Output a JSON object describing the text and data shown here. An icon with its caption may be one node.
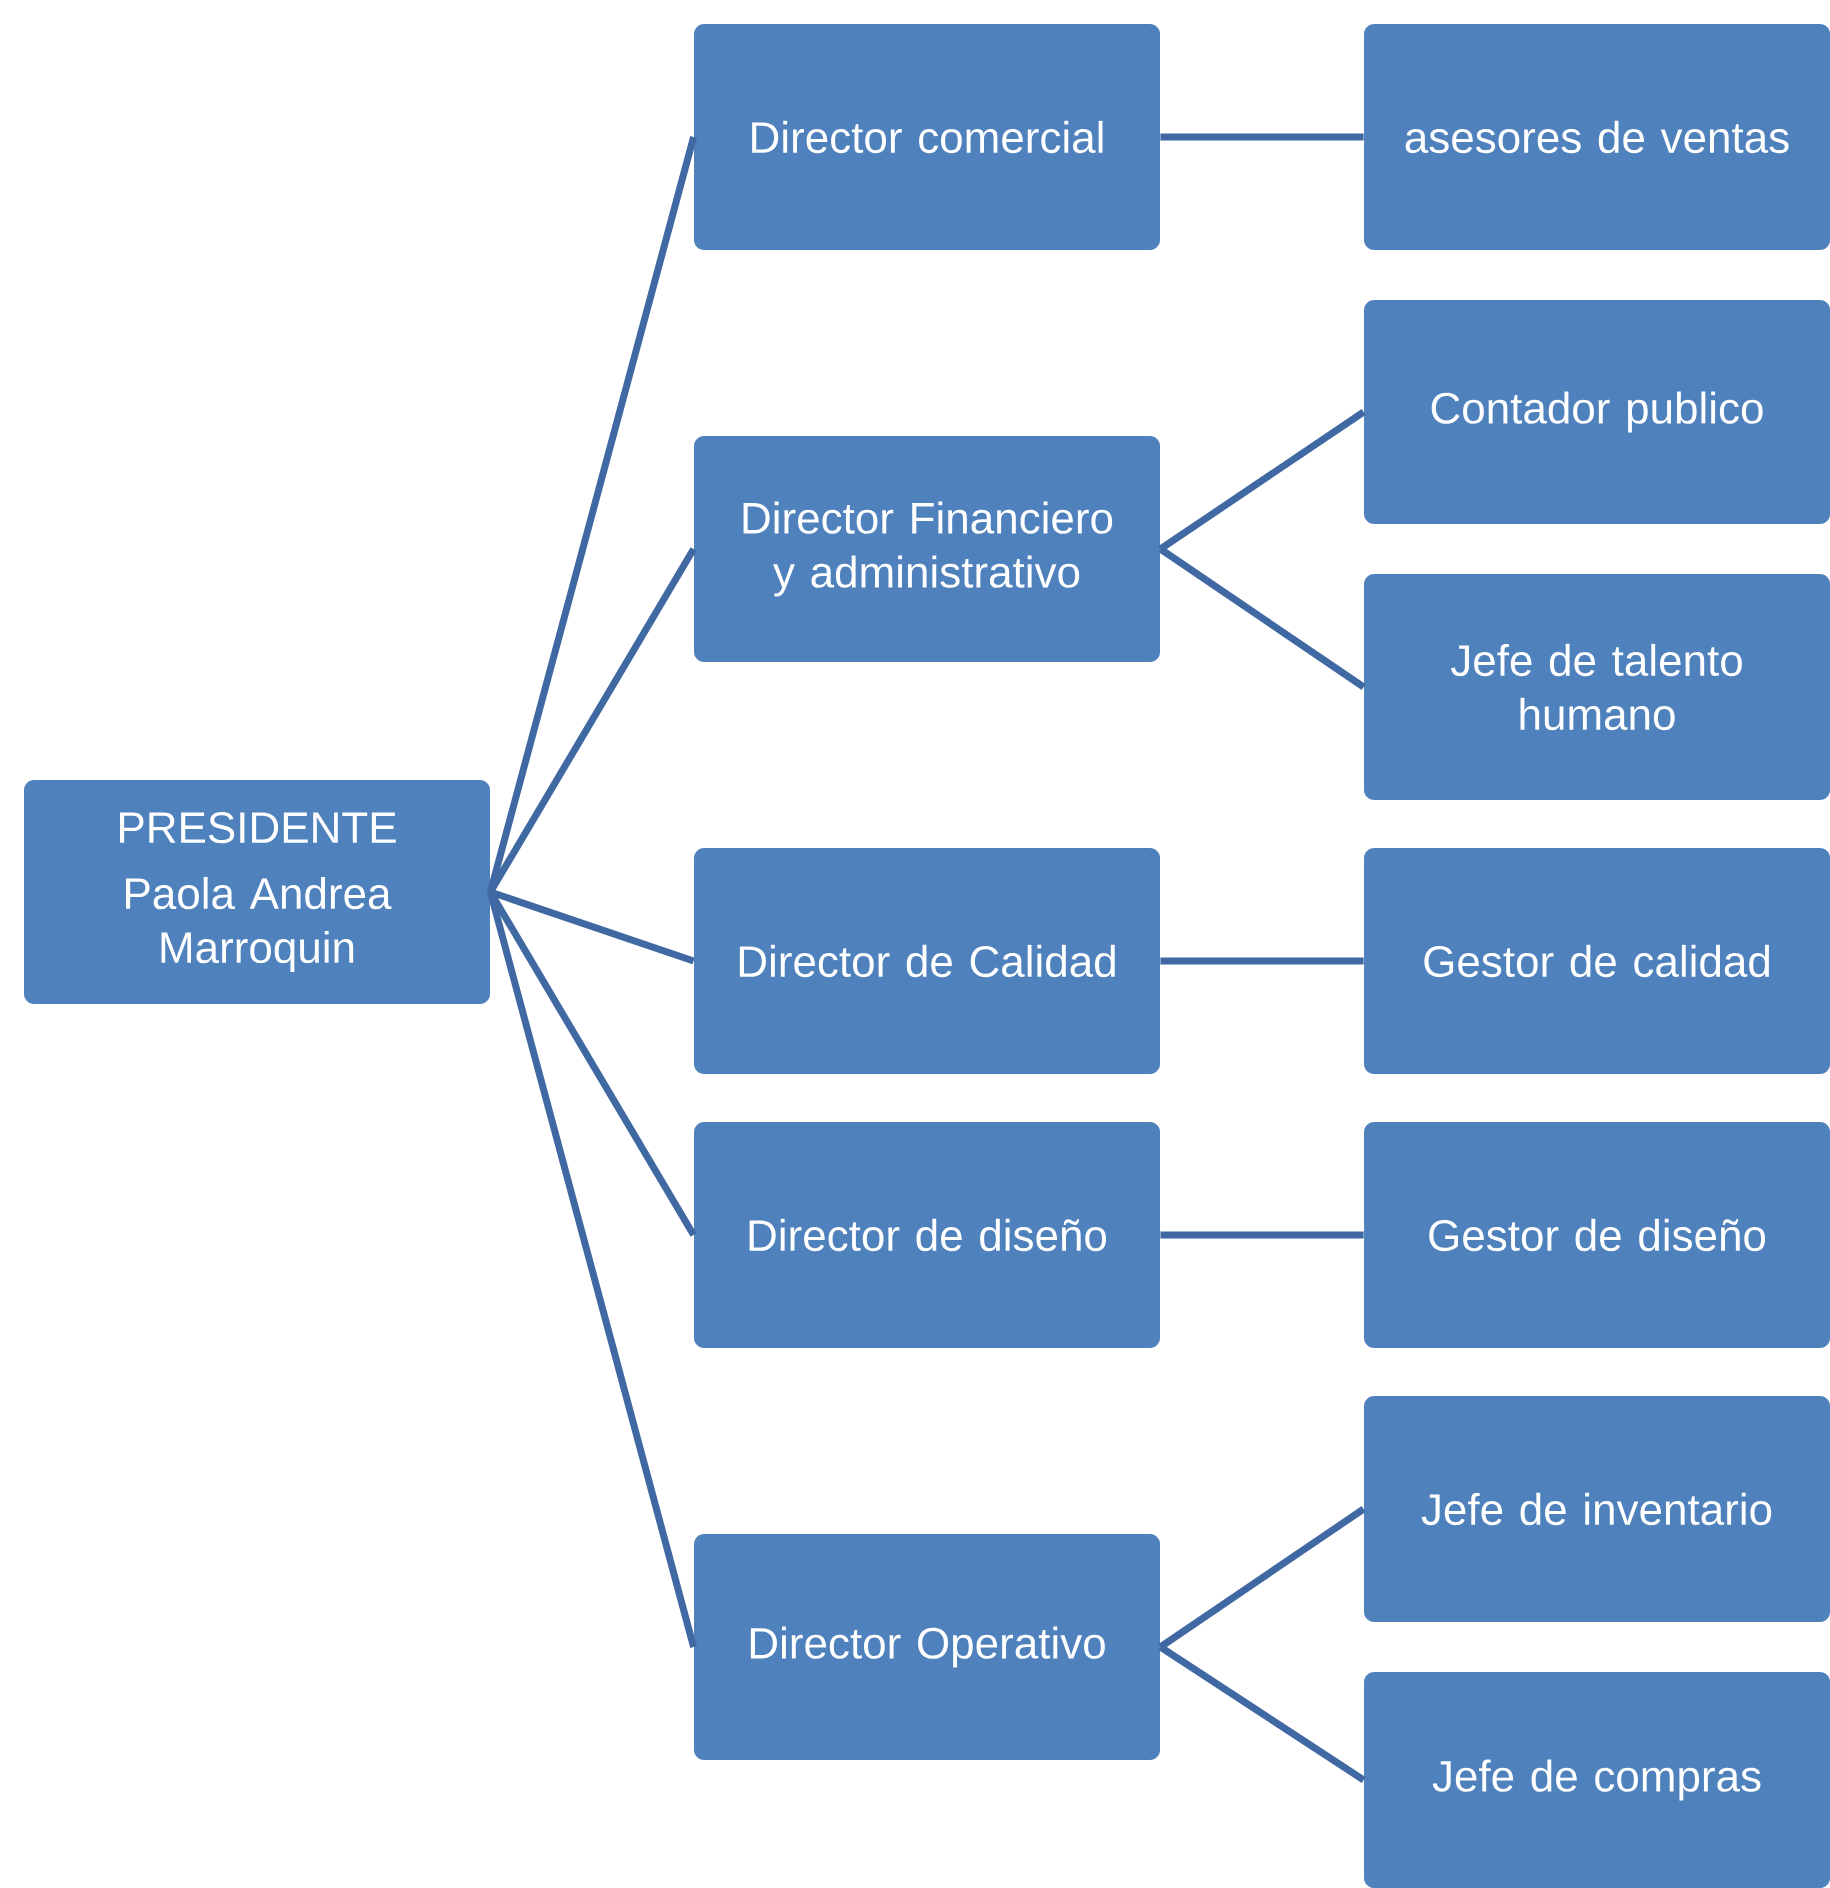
{
  "diagram": {
    "nodes": [
      {
        "text": [
          "PRESIDENTE",
          "Paola Andrea Marroquin"
        ]
      },
      {
        "text": [
          "Director comercial"
        ]
      },
      {
        "text": [
          "asesores de ventas"
        ]
      },
      {
        "text": [
          "Director Financiero y administrativo"
        ]
      },
      {
        "text": [
          "Contador publico"
        ]
      },
      {
        "text": [
          "Jefe de talento humano"
        ]
      },
      {
        "text": [
          "Director de Calidad"
        ]
      },
      {
        "text": [
          "Gestor de calidad"
        ]
      },
      {
        "text": [
          "Director de diseño"
        ]
      },
      {
        "text": [
          "Gestor de diseño"
        ]
      },
      {
        "text": [
          "Director Operativo"
        ]
      },
      {
        "text": [
          "Jefe de inventario"
        ]
      },
      {
        "text": [
          "Jefe de compras"
        ]
      }
    ],
    "edges": [
      {
        "from": 0,
        "to": 1,
        "arrow": "none"
      },
      {
        "from": 0,
        "to": 3,
        "arrow": "none"
      },
      {
        "from": 0,
        "to": 6,
        "arrow": "none"
      },
      {
        "from": 0,
        "to": 8,
        "arrow": "none"
      },
      {
        "from": 0,
        "to": 10,
        "arrow": "none"
      },
      {
        "from": 1,
        "to": 2,
        "arrow": "none"
      },
      {
        "from": 3,
        "to": 4,
        "arrow": "none"
      },
      {
        "from": 3,
        "to": 5,
        "arrow": "none"
      },
      {
        "from": 6,
        "to": 7,
        "arrow": "none"
      },
      {
        "from": 8,
        "to": 9,
        "arrow": "none"
      },
      {
        "from": 10,
        "to": 11,
        "arrow": "none"
      },
      {
        "from": 10,
        "to": 12,
        "arrow": "none"
      }
    ]
  }
}
